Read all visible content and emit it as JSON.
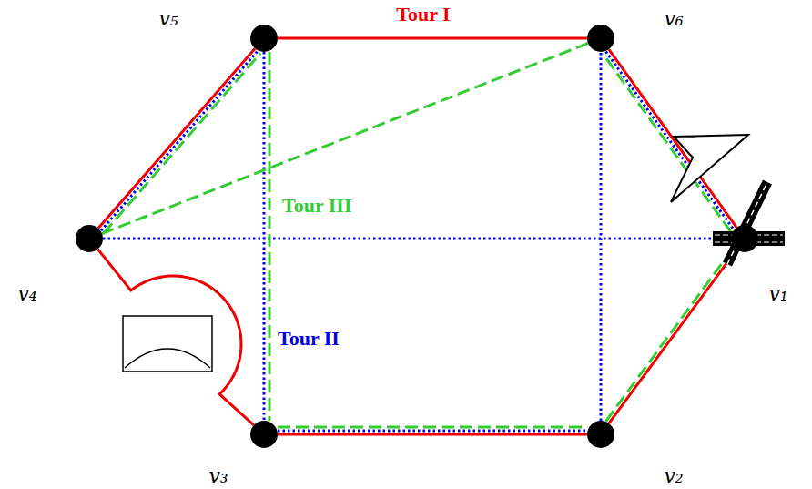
{
  "diagram": {
    "nodes": [
      {
        "text": [
          "v₅"
        ]
      },
      {
        "text": [
          "v₆"
        ]
      },
      {
        "text": [
          "v₄"
        ]
      },
      {
        "text": [
          "v₁"
        ]
      },
      {
        "text": [
          "v₃"
        ]
      },
      {
        "text": [
          "v₂"
        ]
      }
    ],
    "edges": [
      {
        "from": 0,
        "to": 1,
        "arrow": "none"
      },
      {
        "from": 1,
        "to": 3,
        "arrow": "none"
      },
      {
        "from": 3,
        "to": 5,
        "arrow": "none"
      },
      {
        "from": 5,
        "to": 4,
        "arrow": "none"
      },
      {
        "from": 4,
        "to": 2,
        "arrow": "none"
      },
      {
        "from": 2,
        "to": 0,
        "arrow": "none"
      },
      {
        "from": 2,
        "to": 0,
        "arrow": "none"
      },
      {
        "from": 0,
        "to": 4,
        "arrow": "none"
      },
      {
        "from": 4,
        "to": 5,
        "arrow": "none"
      },
      {
        "from": 5,
        "to": 1,
        "arrow": "none"
      },
      {
        "from": 1,
        "to": 3,
        "arrow": "none"
      },
      {
        "from": 3,
        "to": 2,
        "arrow": "none"
      },
      {
        "from": 2,
        "to": 0,
        "arrow": "none"
      },
      {
        "from": 0,
        "to": 4,
        "arrow": "none"
      },
      {
        "from": 4,
        "to": 5,
        "arrow": "none"
      },
      {
        "from": 5,
        "to": 3,
        "arrow": "none"
      },
      {
        "from": 3,
        "to": 1,
        "arrow": "none"
      },
      {
        "from": 1,
        "to": 2,
        "arrow": "none"
      }
    ],
    "labels": [
      "Tour I",
      "Tour III",
      "Tour II"
    ]
  }
}
